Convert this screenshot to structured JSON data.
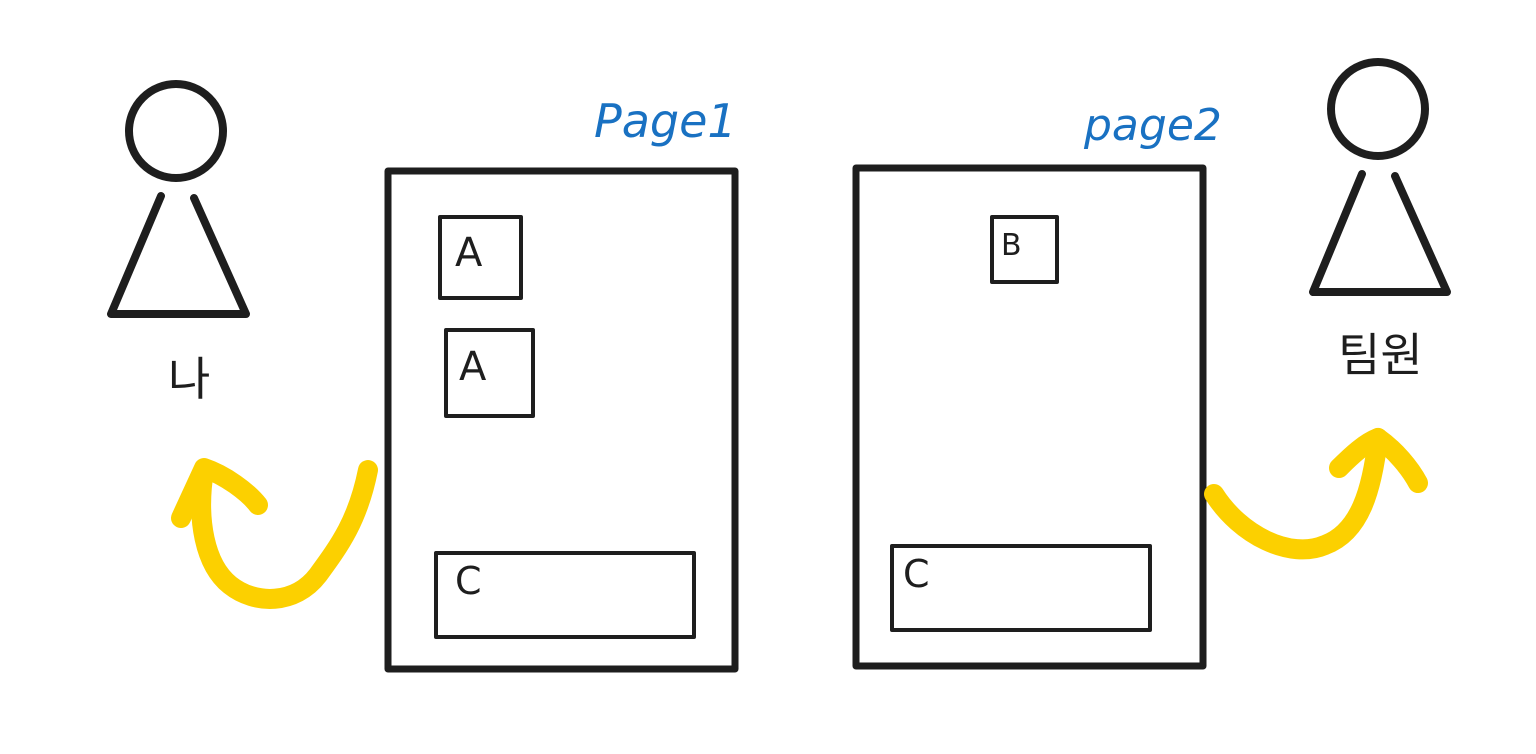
{
  "people": {
    "me": {
      "label": "나"
    },
    "teammate": {
      "label": "팀원"
    }
  },
  "pages": [
    {
      "label": "Page1",
      "boxes": [
        {
          "label": "A"
        },
        {
          "label": "A"
        },
        {
          "label": "C"
        }
      ]
    },
    {
      "label": "page2",
      "boxes": [
        {
          "label": "B"
        },
        {
          "label": "C"
        }
      ]
    }
  ],
  "colors": {
    "ink": "#1e1e1e",
    "page_label": "#1971c2",
    "arrow": "#fcd000"
  }
}
